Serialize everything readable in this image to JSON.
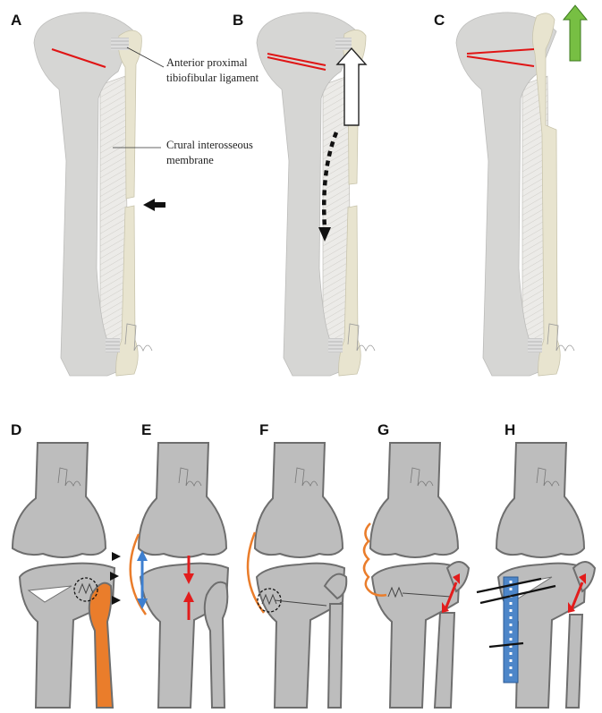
{
  "panels": {
    "A": "A",
    "B": "B",
    "C": "C",
    "D": "D",
    "E": "E",
    "F": "F",
    "G": "G",
    "H": "H"
  },
  "annotations": {
    "ligament_line1": "Anterior proximal",
    "ligament_line2": "tibiofibular ligament",
    "membrane_line1": "Crural interosseous",
    "membrane_line2": "membrane"
  },
  "colors": {
    "bone": "#d6d6d4",
    "fibula": "#e8e4cf",
    "knee_bone": "#bdbdbd",
    "outline": "#6e6e6e",
    "incision_red": "#e01515",
    "arrow_red": "#e21c1c",
    "arrow_blue": "#3d7fd0",
    "orange": "#ea7d2b",
    "green_arrow": "#77bf43",
    "plate_blue": "#4d86c9"
  },
  "icons": [
    "left-arrow-icon",
    "up-arrow-icon",
    "dashed-down-arrow-icon",
    "double-headed-arrow-icon",
    "arrowhead-marker-icon"
  ]
}
